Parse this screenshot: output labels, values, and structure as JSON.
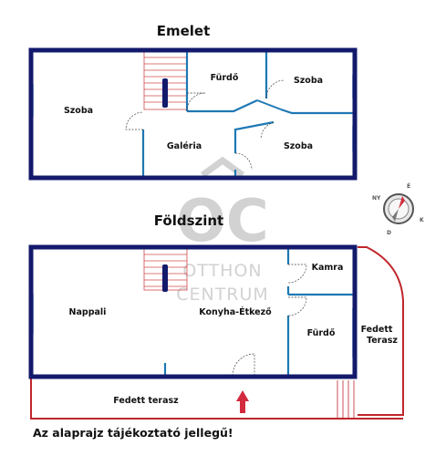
{
  "floors": {
    "upper": {
      "title": "Emelet",
      "rooms": {
        "room_left": "Szoba",
        "bathroom": "Fürdő",
        "room_top_right": "Szoba",
        "gallery": "Galéria",
        "room_bottom_right": "Szoba"
      }
    },
    "ground": {
      "title": "Földszint",
      "rooms": {
        "living_room": "Nappali",
        "kitchen_dining": "Konyha-Étkező",
        "pantry": "Kamra",
        "bathroom": "Fürdő",
        "covered_terrace_right_line1": "Fedett",
        "covered_terrace_right_line2": "Terasz",
        "covered_terrace_bottom": "Fedett terasz"
      }
    }
  },
  "watermark": {
    "logo": "OC",
    "line1": "OTTHON",
    "line2": "CENTRUM"
  },
  "compass": {
    "labels": [
      "NY",
      "É",
      "K",
      "D"
    ]
  },
  "disclaimer": "Az alaprajz tájékoztató jellegű!",
  "colors": {
    "wall_outer": "#131a6b",
    "wall_inner": "#1f78b4",
    "window": "#a9c9e6",
    "stairs": "#d24b4b",
    "terrace_line": "#c0262b",
    "entrance_arrow": "#d12b3d",
    "watermark": "#d2d2d2"
  }
}
